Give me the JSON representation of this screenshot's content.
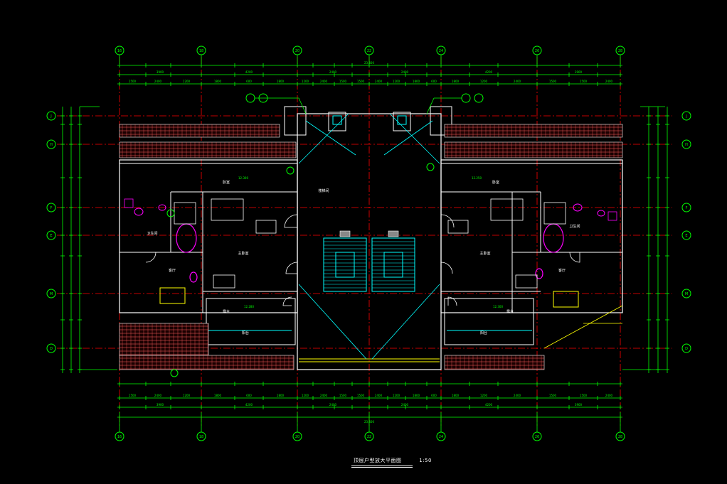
{
  "drawing": {
    "title": "顶层户型放大平面图",
    "scale": "1:50"
  },
  "colors": {
    "background": "#000000",
    "dimension": "#00ff00",
    "axis": "#ff0000",
    "wall": "#ffffff",
    "stair": "#00ffff",
    "fixture": "#ff00ff",
    "annotation": "#ffff00",
    "hatch": "#ff5f5f"
  },
  "axes": {
    "columns": [
      "16",
      "18",
      "20",
      "22",
      "24",
      "26",
      "28"
    ],
    "rows": [
      "J",
      "H",
      "F",
      "E",
      "M",
      "D"
    ]
  },
  "dimensions": {
    "total": "23,400",
    "top_segments": [
      "3900",
      "4200",
      "2400",
      "2400",
      "4200",
      "3900"
    ],
    "top_sub": [
      "1500",
      "2400",
      "1200",
      "1800",
      "600",
      "1800",
      "1200",
      "2400",
      "1500"
    ]
  },
  "rooms": {
    "left": [
      "卧室",
      "卫生间",
      "主卧室",
      "客厅",
      "露台",
      "楼梯间",
      "阳台"
    ],
    "right": [
      "卧室",
      "卫生间",
      "主卧室",
      "客厅",
      "露台",
      "阳台"
    ]
  },
  "elevations": [
    "12.300",
    "12.250",
    "12.280",
    "12.300"
  ]
}
